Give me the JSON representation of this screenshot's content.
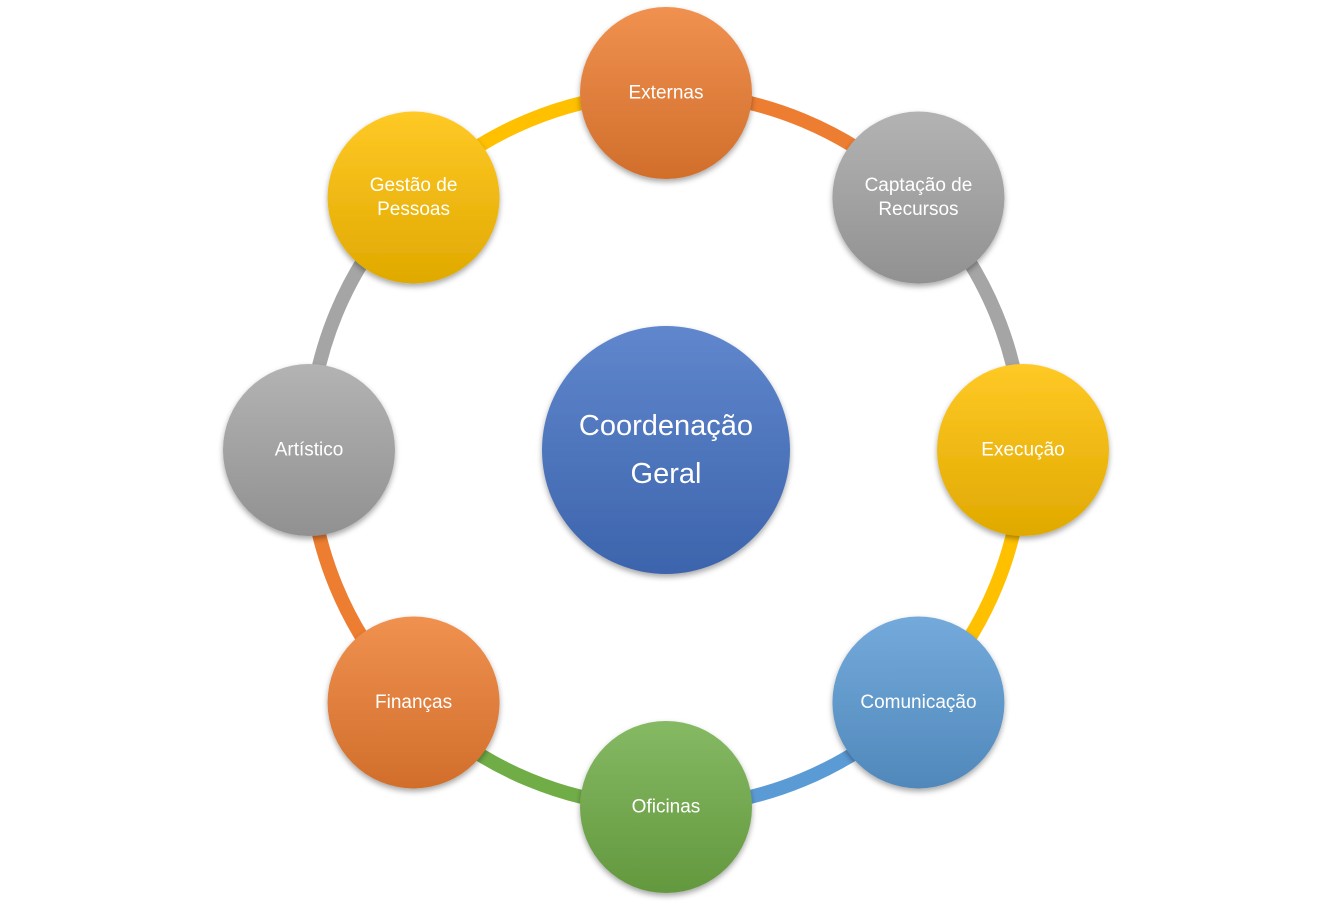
{
  "center": {
    "lines": [
      "Coordenação",
      "Geral"
    ],
    "color": "#4472C4"
  },
  "nodes": [
    {
      "id": "externas",
      "lines": [
        "Externas"
      ],
      "color": "#ED7D31"
    },
    {
      "id": "captacao-de-recursos",
      "lines": [
        "Captação de",
        "Recursos"
      ],
      "color": "#A5A5A5"
    },
    {
      "id": "execucao",
      "lines": [
        "Execução"
      ],
      "color": "#FFC000"
    },
    {
      "id": "comunicacao",
      "lines": [
        "Comunicação"
      ],
      "color": "#5B9BD5"
    },
    {
      "id": "oficinas",
      "lines": [
        "Oficinas"
      ],
      "color": "#70AD47"
    },
    {
      "id": "financas",
      "lines": [
        "Finanças"
      ],
      "color": "#ED7D31"
    },
    {
      "id": "artistico",
      "lines": [
        "Artístico"
      ],
      "color": "#A5A5A5"
    },
    {
      "id": "gestao-de-pessoas",
      "lines": [
        "Gestão de",
        "Pessoas"
      ],
      "color": "#FFC000"
    }
  ],
  "connectors": [
    {
      "from": "externas",
      "to": "captacao-de-recursos",
      "color": "#ED7D31"
    },
    {
      "from": "captacao-de-recursos",
      "to": "execucao",
      "color": "#A5A5A5"
    },
    {
      "from": "execucao",
      "to": "comunicacao",
      "color": "#FFC000"
    },
    {
      "from": "comunicacao",
      "to": "oficinas",
      "color": "#5B9BD5"
    },
    {
      "from": "oficinas",
      "to": "financas",
      "color": "#70AD47"
    },
    {
      "from": "financas",
      "to": "artistico",
      "color": "#ED7D31"
    },
    {
      "from": "artistico",
      "to": "gestao-de-pessoas",
      "color": "#A5A5A5"
    },
    {
      "from": "gestao-de-pessoas",
      "to": "externas",
      "color": "#FFC000"
    }
  ]
}
